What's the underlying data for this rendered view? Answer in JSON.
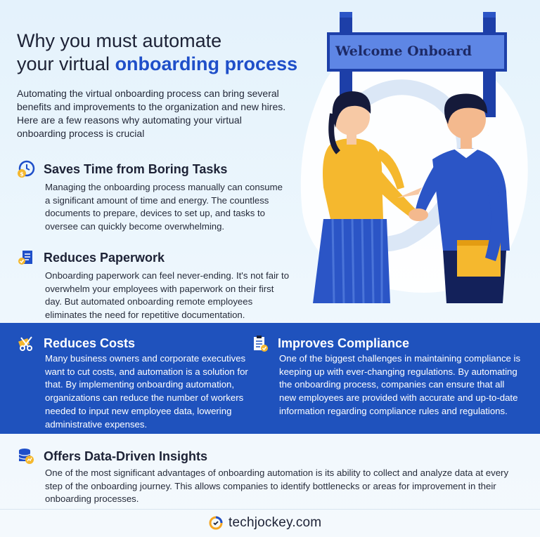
{
  "header": {
    "title_line1": "Why you must automate",
    "title_line2_prefix": "your virtual ",
    "title_line2_highlight": "onboarding process",
    "intro": "Automating the virtual onboarding process can bring several benefits and improvements to the organization and new hires. Here are a few reasons why automating your virtual onboarding process is crucial"
  },
  "illustration": {
    "sign_text": "Welcome Onboard"
  },
  "sections": {
    "saves_time": {
      "title": "Saves Time from Boring Tasks",
      "icon": "clock-coin-icon",
      "body": "Managing the onboarding process manually can consume a significant amount of time and energy. The countless documents to prepare, devices to set up, and tasks to oversee can quickly become overwhelming."
    },
    "paperwork": {
      "title": "Reduces Paperwork",
      "icon": "document-check-icon",
      "body": "Onboarding paperwork can feel never-ending. It's not fair to overwhelm your employees with paperwork on their first day. But automated onboarding remote employees eliminates the need for repetitive documentation."
    },
    "costs": {
      "title": "Reduces Costs",
      "icon": "scissors-money-icon",
      "body": "Many business owners and corporate executives want to cut costs, and automation is a solution for that. By implementing onboarding automation, organizations can reduce the number of workers needed to input new employee data, lowering administrative expenses."
    },
    "compliance": {
      "title": "Improves Compliance",
      "icon": "clipboard-check-icon",
      "body": "One of the biggest challenges in maintaining compliance is keeping up with ever-changing regulations. By automating the onboarding process, companies can ensure that all new employees are provided with accurate and up-to-date information regarding compliance rules and regulations."
    },
    "insights": {
      "title": "Offers Data-Driven Insights",
      "icon": "database-chart-icon",
      "body": "One of the most significant advantages of onboarding automation is its ability to collect and analyze data at every step of the onboarding journey. This allows companies to identify bottlenecks or areas for improvement in their onboarding processes."
    }
  },
  "footer": {
    "brand": "techjockey.com",
    "logo_icon": "techjockey-logo-icon"
  },
  "colors": {
    "accent": "#1f4fc9",
    "band": "#1f52bd",
    "text": "#1d2236",
    "coin": "#f5b82e"
  }
}
